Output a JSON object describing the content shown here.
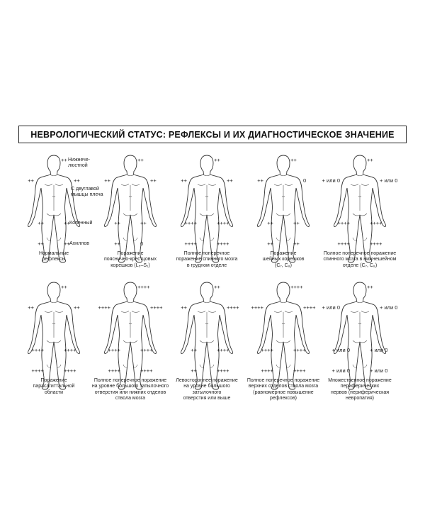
{
  "title": "НЕВРОЛОГИЧЕСКИЙ СТАТУС: РЕФЛЕКСЫ И ИХ ДИАГНОСТИЧЕСКОЕ ЗНАЧЕНИЕ",
  "annotations": {
    "jaw": [
      "Нижнече-",
      "люстной"
    ],
    "biceps": [
      "С двуглавой",
      "мышцы плеча"
    ],
    "knee": "Коленный",
    "achilles": "Ахиллов"
  },
  "panels": [
    {
      "jaw": "++",
      "arm_l": "++",
      "arm_r": "++",
      "knee_l": "++",
      "knee_r": "++",
      "ankle_l": "++",
      "ankle_r": "++",
      "caption": [
        "Нормальные",
        "рефлексы"
      ]
    },
    {
      "jaw": "++",
      "arm_l": "++",
      "arm_r": "++",
      "knee_l": "++",
      "knee_r": "++",
      "ankle_l": "++",
      "ankle_r": "0",
      "caption": [
        "Поражение",
        "пояснично-крестцовых",
        "корешков (L₅–S₁)"
      ]
    },
    {
      "jaw": "++",
      "arm_l": "++",
      "arm_r": "++",
      "knee_l": "++++",
      "knee_r": "++++",
      "ankle_l": "++++",
      "ankle_r": "++++",
      "caption": [
        "Полное поперечное",
        "поражение спинного мозга",
        "в грудном отделе"
      ]
    },
    {
      "jaw": "++",
      "arm_l": "++",
      "arm_r": "0",
      "knee_l": "++",
      "knee_r": "++",
      "ankle_l": "++",
      "ankle_r": "++",
      "caption": [
        "Поражение",
        "шейных корешков",
        "(C₇, C₈)"
      ]
    },
    {
      "jaw": "++",
      "arm_l": "+ или 0",
      "arm_r": "+ или 0",
      "knee_l": "++++",
      "knee_r": "++++",
      "ankle_l": "++++",
      "ankle_r": "++++",
      "caption": [
        "Полное поперечное поражение",
        "спинного мозга в нижнешейном",
        "отделе (C₇, C₈)"
      ]
    },
    {
      "jaw": "++",
      "arm_l": "++",
      "arm_r": "++",
      "knee_l": "++++",
      "knee_r": "++++",
      "ankle_l": "++++",
      "ankle_r": "++++",
      "caption": [
        "Поражение",
        "парасагиттальной",
        "области"
      ]
    },
    {
      "jaw": "++++",
      "arm_l": "++++",
      "arm_r": "++++",
      "knee_l": "++++",
      "knee_r": "++++",
      "ankle_l": "++++",
      "ankle_r": "++++",
      "caption": [
        "Полное поперечное поражение",
        "на уровне большого затылочного",
        "отверстия или нижних отделов",
        "ствола мозга"
      ]
    },
    {
      "jaw": "++",
      "arm_l": "++",
      "arm_r": "++++",
      "knee_l": "++",
      "knee_r": "++++",
      "ankle_l": "++",
      "ankle_r": "++++",
      "caption": [
        "Левостороннее поражение",
        "на уровне большого",
        "затылочного",
        "отверстия или выше"
      ]
    },
    {
      "jaw": "++++",
      "arm_l": "++++",
      "arm_r": "++++",
      "knee_l": "++++",
      "knee_r": "++++",
      "ankle_l": "++++",
      "ankle_r": "++++",
      "caption": [
        "Полное поперечное поражение",
        "верхних отделов ствола мозга",
        "(равномерное повышение",
        "рефлексов)"
      ]
    },
    {
      "jaw": "++",
      "arm_l": "+ или 0",
      "arm_r": "+ или 0",
      "knee_l": "+ или 0",
      "knee_r": "+ или 0",
      "ankle_l": "+ или 0",
      "ankle_r": "+ или 0",
      "caption": [
        "Множественное поражение",
        "периферических",
        "нервов (периферическая",
        "невропатия)"
      ]
    }
  ]
}
